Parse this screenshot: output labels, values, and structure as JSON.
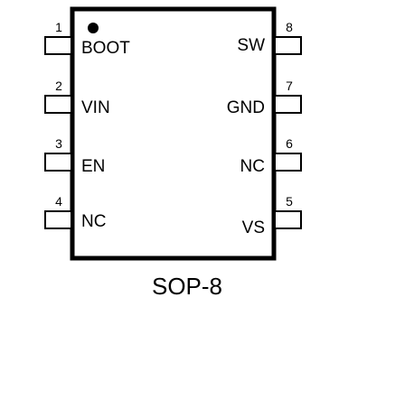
{
  "package": {
    "label": "SOP-8"
  },
  "left_pins": [
    {
      "number": "1",
      "name": "BOOT"
    },
    {
      "number": "2",
      "name": "VIN"
    },
    {
      "number": "3",
      "name": "EN"
    },
    {
      "number": "4",
      "name": "NC"
    }
  ],
  "right_pins": [
    {
      "number": "8",
      "name": "SW"
    },
    {
      "number": "7",
      "name": "GND"
    },
    {
      "number": "6",
      "name": "NC"
    },
    {
      "number": "5",
      "name": "VS"
    }
  ],
  "colors": {
    "stroke": "#000000",
    "background": "#ffffff"
  }
}
